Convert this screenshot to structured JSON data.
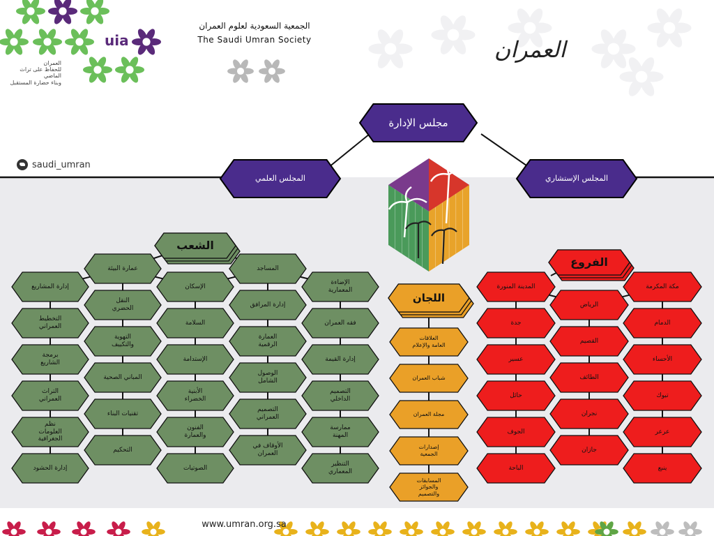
{
  "header": {
    "society_name_ar": "الجمعية السعودية لعلوم العمران",
    "society_name_en": "The Saudi Umran Society",
    "logo_text": "uia",
    "logo_tagline": "العمران\nللحفاظ على تراث الماضي\nوبناء حضارة المستقبل",
    "calligraphy": "العمران",
    "twitter_handle": "saudi_umran"
  },
  "footer": {
    "website": "www.umran.org.sa"
  },
  "colors": {
    "purple": "#4a2c8c",
    "green": "#6e8f63",
    "orange": "#eaa028",
    "red": "#ee1d1d",
    "panel": "#ebebee",
    "dark": "#111111"
  },
  "org": {
    "board": "مجلس الإدارة",
    "scientific_council": "المجلس العلمي",
    "advisory_council": "المجلس الإستشاري",
    "divisions": {
      "title": "الشعب",
      "columns": [
        [
          "إدارة المشاريع",
          "التخطيط\nالعمراني",
          "برمجة\nالشاريع",
          "التراث\nالعمراني",
          "نظم\nالعلومات\nالجغرافية",
          "إدارة الحشود"
        ],
        [
          "عمارة البيئة",
          "النقل\nالحضري",
          "التهوية\nوالتكييف",
          "المباني الصحية",
          "تقنيات البناء",
          "التحكيم"
        ],
        [
          "الإسكان",
          "السلامة",
          "الإستدامة",
          "الأبنية\nالخضراء",
          "الفنون\nوالعمارة",
          "الصوتيات"
        ],
        [
          "المساجد",
          "إدارة المرافق",
          "العمارة\nالرقمية",
          "الوصول\nالشامل",
          "التصميم\nالعمراني",
          "الأوقاف في\nالعمران"
        ],
        [
          "الإضاءة\nالمعمارية",
          "فقه العمران",
          "إدارة القيمة",
          "التصميم\nالداخلي",
          "ممارسة\nالمهنة",
          "التنظير\nالمعماري"
        ]
      ]
    },
    "committees": {
      "title": "اللجان",
      "items": [
        "العلاقات\nالعامة والإعلام",
        "شباب العمران",
        "مجلة العمران",
        "إصدارات\nالجمعية",
        "المسابقات\nوالجوائز\nوالتصميم"
      ]
    },
    "branches": {
      "title": "الفروع",
      "columns": [
        [
          "المدينة المنورة",
          "جدة",
          "عسير",
          "حائل",
          "الجوف",
          "الباحة"
        ],
        [
          "الرياض",
          "القصيم",
          "الطائف",
          "نجران",
          "جازان"
        ],
        [
          "مكة المكرمة",
          "الدمام",
          "الأحساء",
          "تبوك",
          "عرعر",
          "ينبع"
        ]
      ]
    }
  }
}
